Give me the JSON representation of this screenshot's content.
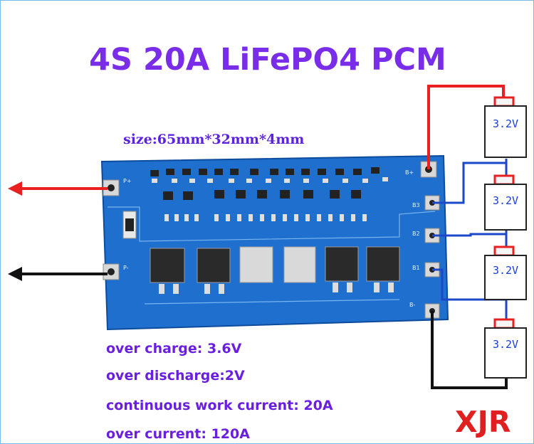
{
  "title": "4S 20A LiFePO4 PCM",
  "size_text": "size:65mm*32mm*4mm",
  "specs": [
    "over charge: 3.6V",
    "over discharge:2V",
    "continuous work current: 20A",
    "over current: 120A"
  ],
  "brand": "XJR",
  "cells": [
    "3.2V",
    "3.2V",
    "3.2V",
    "3.2V"
  ],
  "pads": {
    "p_plus": "P+",
    "p_minus": "P-",
    "b_plus": "B+",
    "b3": "B3",
    "b2": "B2",
    "b1": "B1",
    "b_minus": "B-"
  },
  "colors": {
    "title": "#7a2de8",
    "spec_text": "#6a1fe0",
    "brand": "#e02020",
    "pcb": "#1f6fcf",
    "positive_wire": "#e82020",
    "negative_wire": "#111111",
    "balance_wire": "#1b48c9"
  }
}
